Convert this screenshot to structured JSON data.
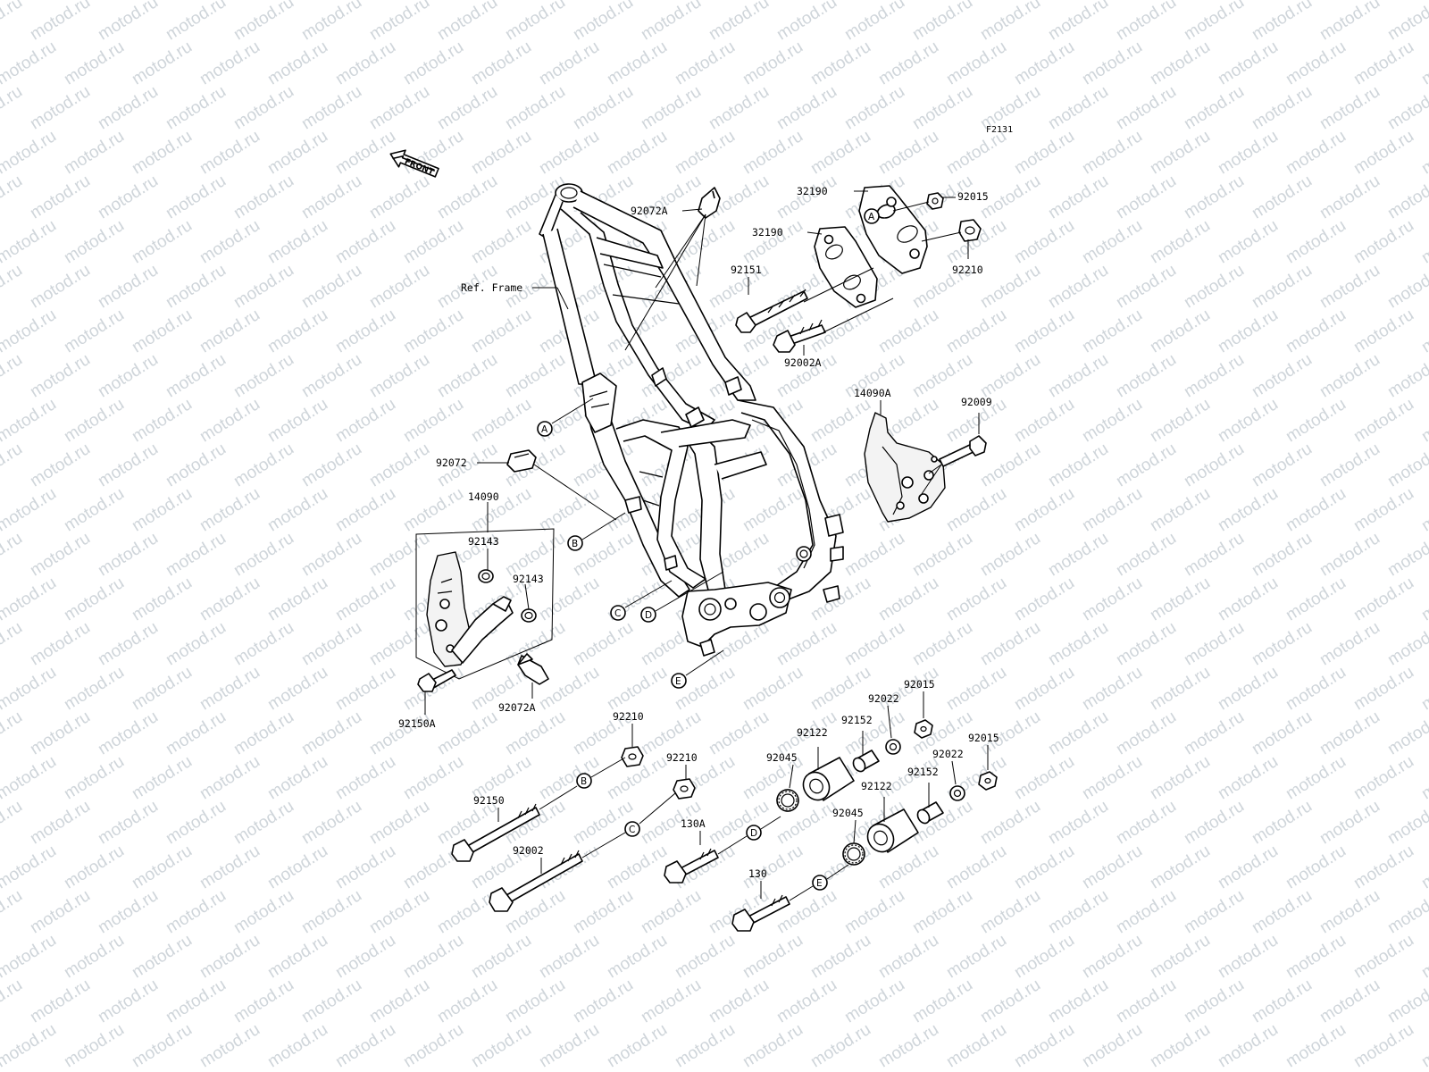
{
  "watermark": "motod.ru",
  "figure_code": "F2131",
  "front_arrow": "FRONT",
  "ref_frame_label": "Ref. Frame",
  "parts": {
    "p32190_top": "32190",
    "p32190_bot": "32190",
    "p92015_a": "92015",
    "p92210_a": "92210",
    "p92151": "92151",
    "p92002A": "92002A",
    "p92072A_top": "92072A",
    "p14090A": "14090A",
    "p92009": "92009",
    "p92072": "92072",
    "p14090": "14090",
    "p92143_a": "92143",
    "p92143_b": "92143",
    "p92150A": "92150A",
    "p92072A_bot": "92072A",
    "p92210_b": "92210",
    "p92210_c": "92210",
    "p92150": "92150",
    "p92002": "92002",
    "p130A": "130A",
    "p130": "130",
    "p92122_a": "92122",
    "p92122_b": "92122",
    "p92045_a": "92045",
    "p92045_b": "92045",
    "p92152_a": "92152",
    "p92152_b": "92152",
    "p92022_a": "92022",
    "p92022_b": "92022",
    "p92015_b": "92015",
    "p92015_c": "92015"
  },
  "callouts": {
    "A": "A",
    "B": "B",
    "C": "C",
    "D": "D",
    "E": "E"
  }
}
